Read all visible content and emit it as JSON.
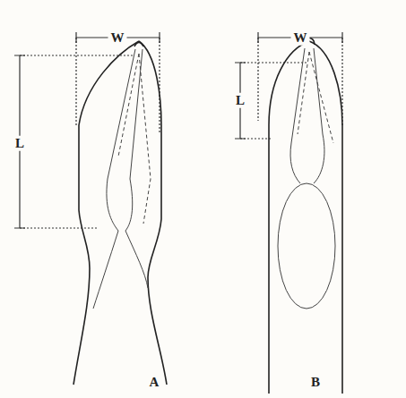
{
  "diagram": {
    "labels": [
      "W",
      "L",
      "W",
      "L",
      "A",
      "B"
    ]
  }
}
